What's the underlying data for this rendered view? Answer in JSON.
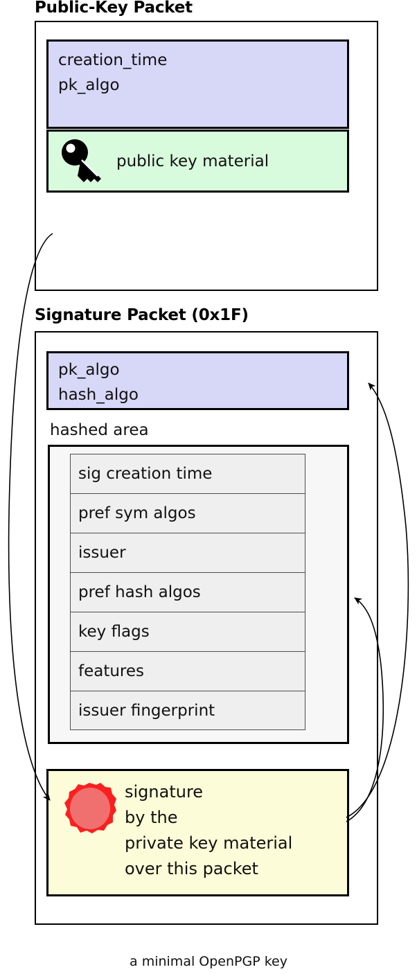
{
  "diagram": {
    "caption": "a minimal OpenPGP key",
    "colors": {
      "lavender": "#d7d7f8",
      "green": "#d9fbdd",
      "yellow": "#fdfcd8",
      "subpacket_gray": "#efefef",
      "hashed_area_gray": "#f7f7f7",
      "seal_ring_red": "#fa2020",
      "seal_center_red": "#f07070",
      "outline_black": "#000000"
    }
  },
  "public_key_packet": {
    "title": "Public-Key Packet",
    "header_field": {
      "icon": "none",
      "lines": "creation_time\npk_algo\n\n..."
    },
    "material_field": {
      "icon": "key-icon",
      "label": "public key material"
    }
  },
  "signature_packet": {
    "title": "Signature Packet (0x1F)",
    "algo_field": {
      "lines": "pk_algo\nhash_algo"
    },
    "hashed_area": {
      "label": "hashed area",
      "subpackets": [
        "sig creation time",
        "pref sym algos",
        "issuer",
        "pref hash algos",
        "key flags",
        "features",
        "issuer fingerprint"
      ]
    },
    "signature_field": {
      "icon": "wax-seal-icon",
      "lines": "signature\nby the\nprivate key material\nover this packet"
    }
  },
  "arrows": [
    {
      "name": "public-key-to-signature",
      "from": "public-key-packet",
      "to": "signature-field"
    },
    {
      "name": "signature-covers-algo-field",
      "from": "signature-field",
      "to": "algo-field"
    },
    {
      "name": "signature-covers-hashed-area",
      "from": "signature-field",
      "to": "hashed-area"
    }
  ]
}
